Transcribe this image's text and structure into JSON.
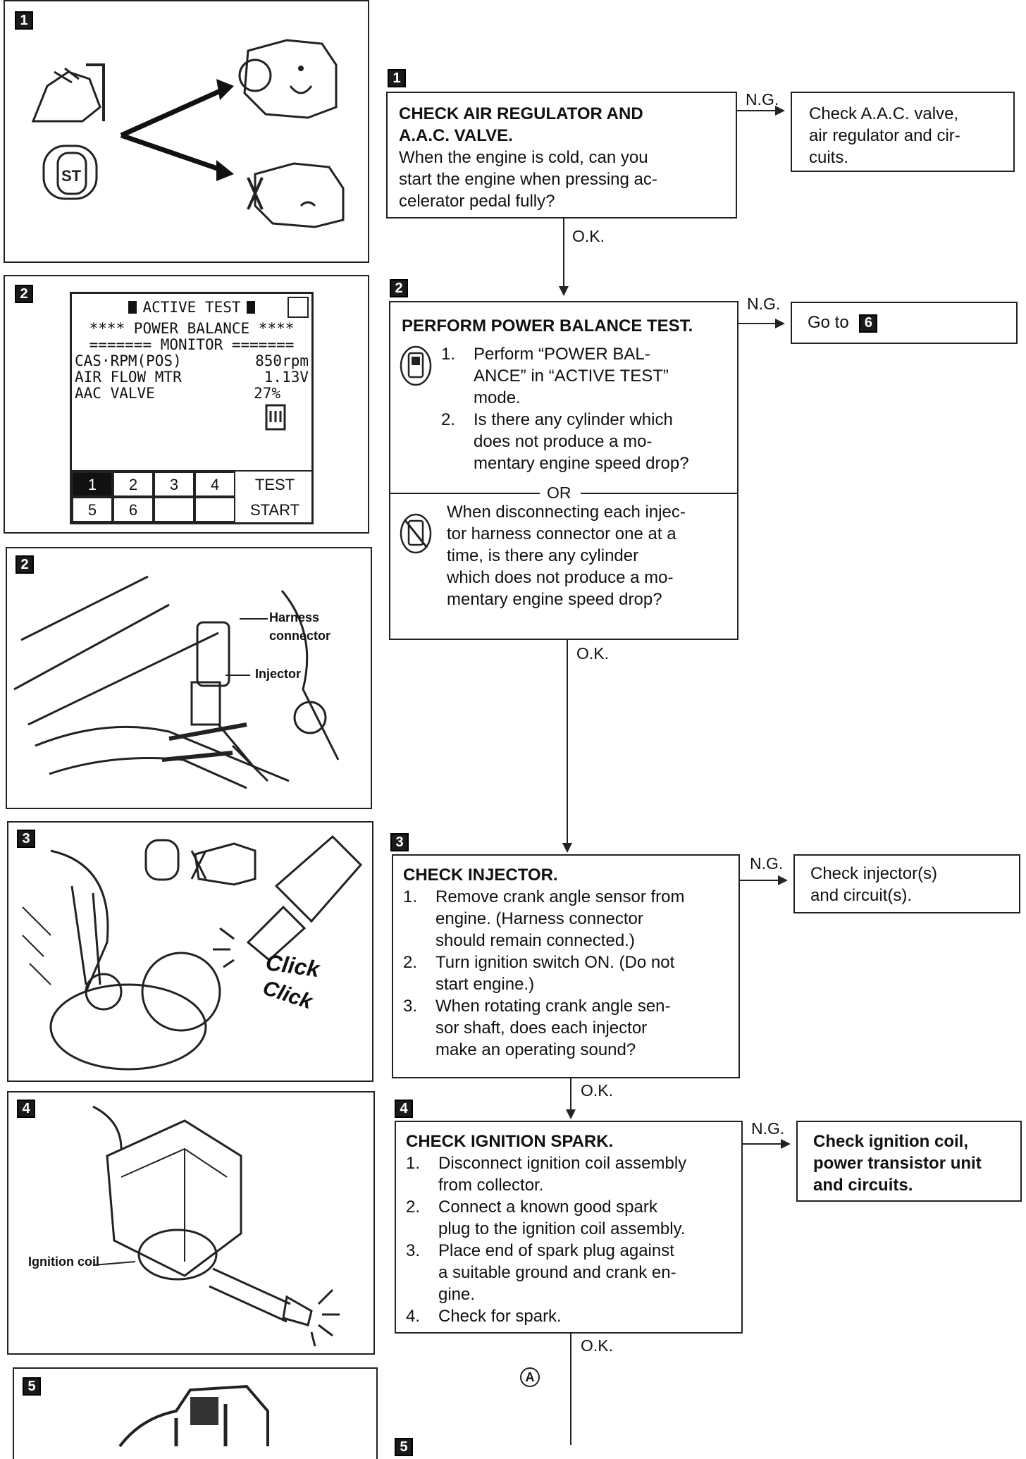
{
  "step_numbers": [
    "1",
    "2",
    "2",
    "3",
    "4",
    "5",
    "1",
    "2",
    "3",
    "4",
    "5"
  ],
  "left_panels": {
    "p2_screen": {
      "header": "ACTIVE TEST",
      "line1": "**** POWER BALANCE ****",
      "line2": "======= MONITOR =======",
      "rows": [
        {
          "label": "CAS·RPM(POS)",
          "value": "850rpm"
        },
        {
          "label": "AIR FLOW MTR",
          "value": "1.13V"
        },
        {
          "label": "AAC VALVE",
          "value": "27%"
        }
      ],
      "buttons_row1": [
        "1",
        "2",
        "3",
        "4"
      ],
      "buttons_row2": [
        "5",
        "6",
        "",
        ""
      ],
      "test_label": "TEST",
      "start_label": "START"
    },
    "p2b": {
      "harness": "Harness",
      "connector": "connector",
      "injector": "Injector"
    },
    "p3": {
      "click1": "Click",
      "click2": "Click"
    },
    "p4": {
      "ignition_coil": "Ignition coil"
    }
  },
  "flow": {
    "step1": {
      "title1": "CHECK AIR REGULATOR AND",
      "title2": "A.A.C. VALVE.",
      "body": [
        "When the engine is cold, can you",
        "start the engine when pressing ac-",
        "celerator pedal fully?"
      ],
      "ng": "N.G.",
      "ng_box": [
        "Check A.A.C. valve,",
        "air regulator and cir-",
        "cuits."
      ],
      "ok": "O.K."
    },
    "step2": {
      "title": "PERFORM POWER BALANCE TEST.",
      "items": [
        {
          "n": "1.",
          "lines": [
            "Perform “POWER BAL-",
            "ANCE” in “ACTIVE TEST”",
            "mode."
          ]
        },
        {
          "n": "2.",
          "lines": [
            "Is there any cylinder which",
            "does not produce a mo-",
            "mentary engine speed drop?"
          ]
        }
      ],
      "or": "OR",
      "alt": [
        "When disconnecting each injec-",
        "tor harness connector one at a",
        "time, is there any cylinder",
        "which does not produce a mo-",
        "mentary engine speed drop?"
      ],
      "ng": "N.G.",
      "ng_box": "Go to",
      "ng_goto": "6",
      "ok": "O.K."
    },
    "step3": {
      "title": "CHECK INJECTOR.",
      "items": [
        {
          "n": "1.",
          "lines": [
            "Remove crank angle sensor from",
            "engine. (Harness connector",
            "should remain connected.)"
          ]
        },
        {
          "n": "2.",
          "lines": [
            "Turn ignition switch ON. (Do not",
            "start engine.)"
          ]
        },
        {
          "n": "3.",
          "lines": [
            "When rotating crank angle sen-",
            "sor shaft, does each injector",
            "make an operating sound?"
          ]
        }
      ],
      "ng": "N.G.",
      "ng_box": [
        "Check injector(s)",
        "and circuit(s)."
      ],
      "ok": "O.K."
    },
    "step4": {
      "title": "CHECK IGNITION SPARK.",
      "items": [
        {
          "n": "1.",
          "lines": [
            "Disconnect ignition coil assembly",
            "from collector."
          ]
        },
        {
          "n": "2.",
          "lines": [
            "Connect a known good spark",
            "plug to the ignition coil assembly."
          ]
        },
        {
          "n": "3.",
          "lines": [
            "Place end of spark plug against",
            "a suitable ground and crank en-",
            "gine."
          ]
        },
        {
          "n": "4.",
          "lines": [
            "Check for spark."
          ]
        }
      ],
      "ng": "N.G.",
      "ng_box": [
        "Check ignition coil,",
        "power transistor unit",
        "and circuits."
      ],
      "ok": "O.K."
    },
    "connector": "A"
  }
}
